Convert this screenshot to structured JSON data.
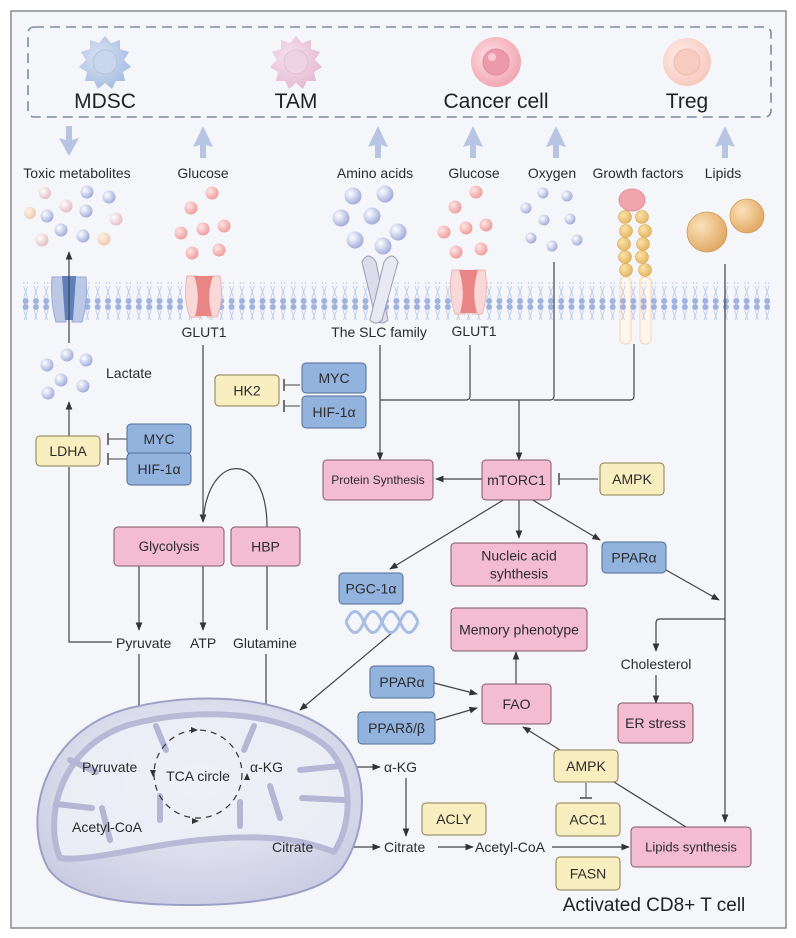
{
  "title": "Activated CD8+ T cell",
  "colors": {
    "background": "#f4f6fa",
    "frame": "#8a8a8a",
    "dashed_border": "#7d8aa5",
    "pink_box": "#f3bcd0",
    "blue_box": "#93b3df",
    "yellow_box": "#f8eebf",
    "membrane": "#a7badf",
    "tme_arrow": "#b7c4e4"
  },
  "tme_cells": [
    {
      "label": "MDSC",
      "icon": "mdsc-cell-icon"
    },
    {
      "label": "TAM",
      "icon": "tam-cell-icon"
    },
    {
      "label": "Cancer cell",
      "icon": "cancer-cell-icon"
    },
    {
      "label": "Treg",
      "icon": "treg-cell-icon"
    }
  ],
  "nutrients": [
    {
      "label": "Toxic metabolites"
    },
    {
      "label": "Glucose"
    },
    {
      "label": "Amino acids"
    },
    {
      "label": "Glucose"
    },
    {
      "label": "Oxygen"
    },
    {
      "label": "Growth factors"
    },
    {
      "label": "Lipids"
    }
  ],
  "transporters": {
    "glut1_left": "GLUT1",
    "slc": "The SLC family",
    "glut1_right": "GLUT1"
  },
  "metabolites": {
    "lactate": "Lactate",
    "pyruvate": "Pyruvate",
    "atp": "ATP",
    "glutamine": "Glutamine",
    "cholesterol": "Cholesterol",
    "akg_out": "α-KG",
    "citrate_out": "Citrate",
    "acetylcoa_out": "Acetyl-CoA"
  },
  "mito": {
    "pyruvate": "Pyruvate",
    "tca": "TCA circle",
    "akg": "α-KG",
    "acetylcoa": "Acetyl-CoA",
    "citrate": "Citrate"
  },
  "boxes": {
    "ldha": "LDHA",
    "myc1": "MYC",
    "hif1": "HIF-1α",
    "hk2": "HK2",
    "myc2": "MYC",
    "hif2": "HIF-1α",
    "protein_synthesis": "Protein Synthesis",
    "mtorc1": "mTORC1",
    "ampk_top": "AMPK",
    "glycolysis": "Glycolysis",
    "hbp": "HBP",
    "pgc1a": "PGC-1α",
    "nucleic_line1": "Nucleic acid",
    "nucleic_line2": "syhthesis",
    "ppara_top": "PPARα",
    "memory": "Memory phenotype",
    "ppara_mid": "PPARα",
    "ppardb": "PPARδ/β",
    "fao": "FAO",
    "er_stress": "ER stress",
    "ampk_bottom": "AMPK",
    "acly": "ACLY",
    "acc1": "ACC1",
    "fasn": "FASN",
    "lipids_synthesis": "Lipids synthesis"
  }
}
